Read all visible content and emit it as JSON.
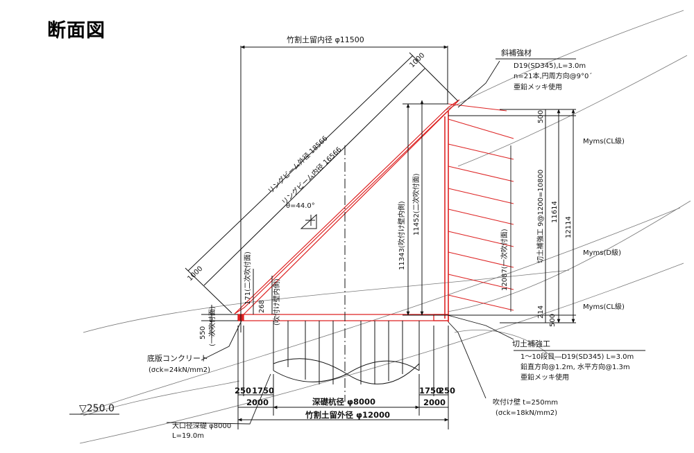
{
  "title": "断面図",
  "dims": {
    "top_inner": "竹割土留内径 φ11500",
    "ring_outer": "リングビーム外径 18566",
    "ring_inner": "リングビーム内径 16566",
    "ring_w_top": "1000",
    "ring_w_bottom": "1000",
    "theta": "θ=44.0°",
    "right_a": "11343(吹付け壁内側)",
    "right_b": "11452(二次吹付面)",
    "right_c": "12087(一次吹付面)",
    "left_a": "171(二次吹付面)",
    "left_b": "268",
    "left_c": "(吹付け壁内側)",
    "left_550": "550",
    "left_550b": "(一次吹付面)",
    "r500_top": "500",
    "r_main": "切土補強工 9@1200=10800",
    "r_11614": "11614",
    "r_12114": "12114",
    "r214": "214",
    "r500_bot": "500",
    "mym1": "Myms(CL級)",
    "mym2": "Myms(D級)",
    "mym3": "Myms(CL級)",
    "bot_250l": "250",
    "bot_1750l": "1750",
    "bot_1750r": "1750",
    "bot_250r": "250",
    "bot_2000l": "2000",
    "bot_2000r": "2000",
    "pile": "深礎杭径 φ8000",
    "outer": "竹割土留外径 φ12000",
    "level": "▽250.0"
  },
  "notes": {
    "brace_title": "斜補強材",
    "brace_1": "D19(SD345),L=3.0m",
    "brace_2": "n=21本,円周方向@9°0´",
    "brace_3": "亜鉛メッキ使用",
    "cut_title": "切土補強工",
    "cut_1": "1～10段目―D19(SD345) L=3.0m",
    "cut_2": "鉛直方向@1.2m, 水平方向@1.3m",
    "cut_3": "亜鉛メッキ使用",
    "slab_1": "底版コンクリート",
    "slab_2": "(σck=24kN/mm2)",
    "wall_1": "吹付け壁 t=250mm",
    "wall_2": "(σck=18kN/mm2)",
    "pier_1": "大口径深礎 φ8000",
    "pier_2": "L=19.0m"
  }
}
